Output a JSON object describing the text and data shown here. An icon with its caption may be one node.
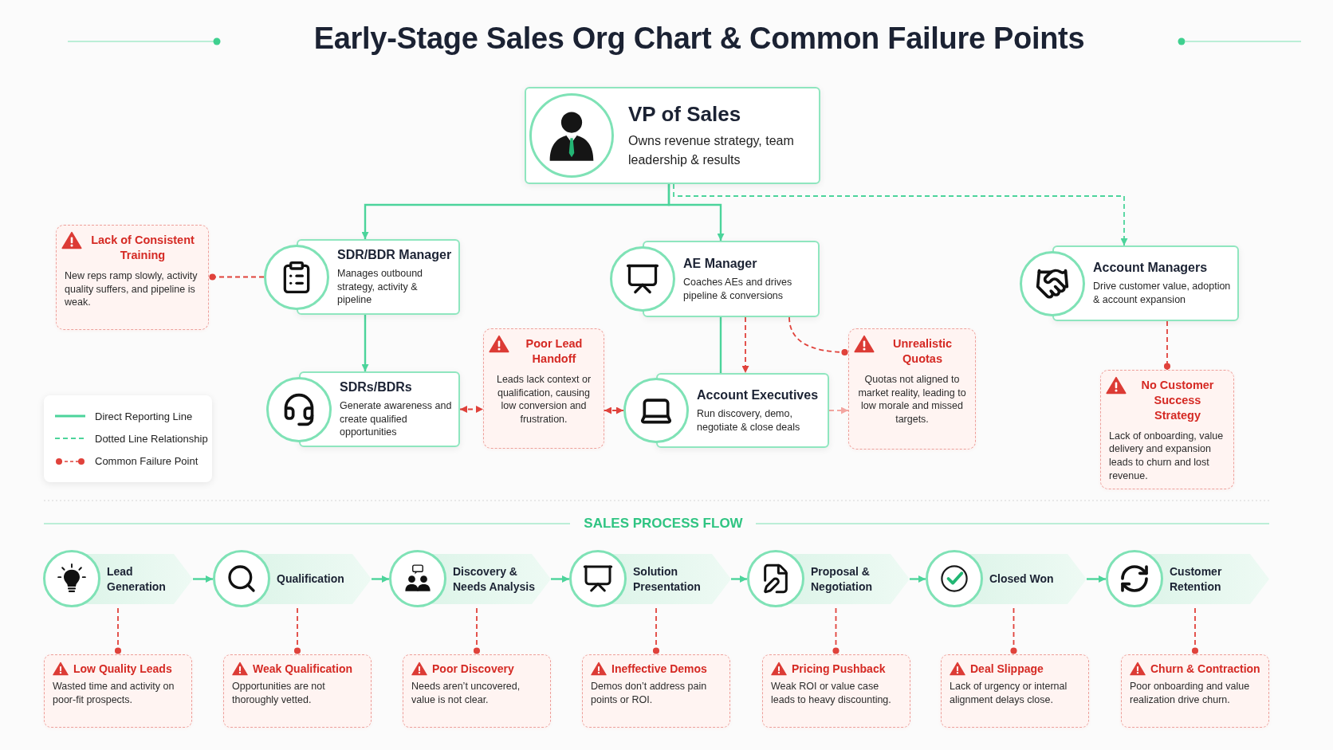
{
  "diagram": {
    "title": "Early-Stage Sales Org Chart & Common Failure Points",
    "nodes": [
      {
        "text": [
          "VP of Sales",
          "Owns revenue strategy, team leadership & results"
        ]
      },
      {
        "text": [
          "SDR/BDR Manager",
          "Manages outbound strategy, activity & pipeline"
        ]
      },
      {
        "text": [
          "AE Manager",
          "Coaches AEs and drives pipeline & conversions"
        ]
      },
      {
        "text": [
          "Account Managers",
          "Drive customer value, adoption & account expansion"
        ]
      },
      {
        "text": [
          "Lack of Consistent Training",
          "New reps ramp slowly, activity quality suffers, and pipeline is weak."
        ]
      },
      {
        "text": [
          "SDRs/BDRs",
          "Generate awareness and create qualified opportunities"
        ]
      },
      {
        "text": [
          "Poor Lead Handoff",
          "Leads lack context or qualification, causing low conversion and frustration."
        ]
      },
      {
        "text": [
          "Account Executives",
          "Run discovery, demo, negotiate & close deals"
        ]
      },
      {
        "text": [
          "Unrealistic Quotas",
          "Quotas not aligned to market reality, leading to low morale and missed targets."
        ]
      },
      {
        "text": [
          "No Customer Success Strategy",
          "Lack of onboarding, value delivery and expansion leads to churn and lost revenue."
        ]
      },
      {
        "text": [
          "Lead Generation"
        ]
      },
      {
        "text": [
          "Qualification"
        ]
      },
      {
        "text": [
          "Discovery & Needs Analysis"
        ]
      },
      {
        "text": [
          "Solution Presentation"
        ]
      },
      {
        "text": [
          "Proposal & Negotiation"
        ]
      },
      {
        "text": [
          "Closed Won"
        ]
      },
      {
        "text": [
          "Customer Retention"
        ]
      },
      {
        "text": [
          "Low Quality Leads",
          "Wasted time and activity on poor-fit prospects."
        ]
      },
      {
        "text": [
          "Weak Qualification",
          "Opportunities are not thoroughly vetted."
        ]
      },
      {
        "text": [
          "Poor Discovery",
          "Needs aren’t uncovered, value is not clear."
        ]
      },
      {
        "text": [
          "Ineffective Demos",
          "Demos don’t address pain points or ROI."
        ]
      },
      {
        "text": [
          "Pricing Pushback",
          "Weak ROI or value case leads to heavy discounting."
        ]
      },
      {
        "text": [
          "Deal Slippage",
          "Lack of urgency or internal alignment delays close."
        ]
      },
      {
        "text": [
          "Churn & Contraction",
          "Poor onboarding and value realization drive churn."
        ]
      }
    ],
    "edges": [
      {
        "from": 0,
        "to": 1,
        "arrow": "to",
        "color": "#4cd49b"
      },
      {
        "from": 0,
        "to": 2,
        "arrow": "to",
        "color": "#4cd49b"
      },
      {
        "from": 0,
        "to": 3,
        "arrow": "to",
        "style": "dashed",
        "color": "#4cd49b"
      },
      {
        "from": 1,
        "to": 5,
        "arrow": "to",
        "color": "#4cd49b"
      },
      {
        "from": 2,
        "to": 7,
        "arrow": "none",
        "color": "#4cd49b"
      },
      {
        "from": 1,
        "to": 4,
        "arrow": "other",
        "style": "dashed"
      },
      {
        "from": 5,
        "to": 6,
        "arrow": "both",
        "style": "dashed"
      },
      {
        "from": 6,
        "to": 7,
        "arrow": "both",
        "style": "dashed"
      },
      {
        "from": 2,
        "to": 8,
        "arrow": "other",
        "style": "dashed"
      },
      {
        "from": 2,
        "to": 7,
        "arrow": "to",
        "style": "dashed"
      },
      {
        "from": 7,
        "to": 8,
        "arrow": "to",
        "style": "dashed",
        "color": "#f3a6a1"
      },
      {
        "from": 3,
        "to": 9,
        "arrow": "other",
        "style": "dashed"
      },
      {
        "from": 10,
        "to": 11,
        "arrow": "to",
        "color": "#4cd49b"
      },
      {
        "from": 11,
        "to": 12,
        "arrow": "to",
        "color": "#4cd49b"
      },
      {
        "from": 12,
        "to": 13,
        "arrow": "to",
        "color": "#4cd49b"
      },
      {
        "from": 13,
        "to": 14,
        "arrow": "to",
        "color": "#4cd49b"
      },
      {
        "from": 14,
        "to": 15,
        "arrow": "to",
        "color": "#4cd49b"
      },
      {
        "from": 15,
        "to": 16,
        "arrow": "to",
        "color": "#4cd49b"
      },
      {
        "from": 10,
        "to": 17,
        "arrow": "other",
        "style": "dashed"
      },
      {
        "from": 11,
        "to": 18,
        "arrow": "other",
        "style": "dashed"
      },
      {
        "from": 12,
        "to": 19,
        "arrow": "other",
        "style": "dashed"
      },
      {
        "from": 13,
        "to": 20,
        "arrow": "other",
        "style": "dashed"
      },
      {
        "from": 14,
        "to": 21,
        "arrow": "other",
        "style": "dashed"
      },
      {
        "from": 15,
        "to": 22,
        "arrow": "other",
        "style": "dashed"
      },
      {
        "from": 16,
        "to": 23,
        "arrow": "other",
        "style": "dashed"
      }
    ],
    "labels": [
      "SALES PROCESS FLOW"
    ],
    "legend": [
      {
        "text": "Direct Reporting Line"
      },
      {
        "text": "Dotted Line Relationship"
      },
      {
        "text": "Common Failure Point"
      }
    ]
  }
}
